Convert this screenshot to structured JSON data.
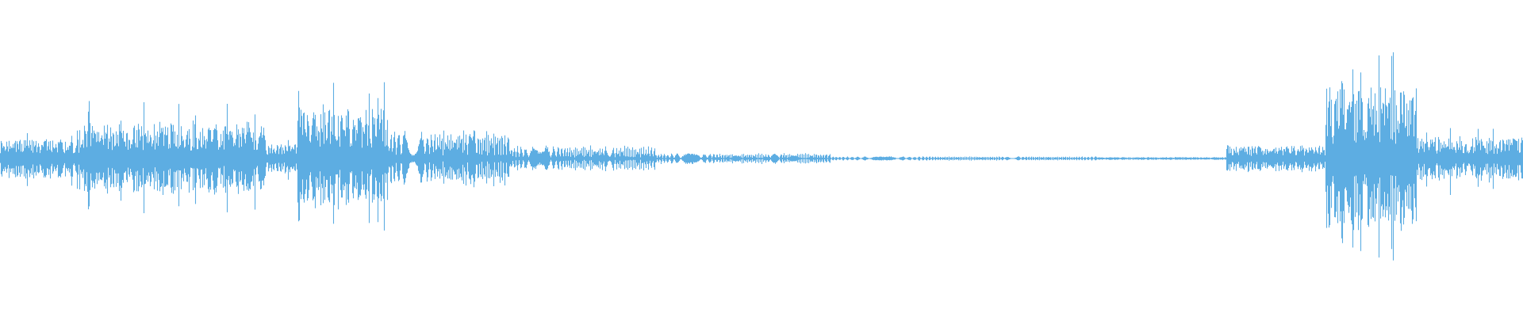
{
  "waveform": {
    "color": "#5dade2",
    "segments": [
      {
        "from": 0.0,
        "to": 0.055,
        "amp": 0.11,
        "character": "dense-noise"
      },
      {
        "from": 0.055,
        "to": 0.175,
        "amp": 0.2,
        "character": "dense-noise"
      },
      {
        "from": 0.175,
        "to": 0.195,
        "amp": 0.08,
        "character": "dense-noise"
      },
      {
        "from": 0.195,
        "to": 0.255,
        "amp": 0.27,
        "character": "dense-noise"
      },
      {
        "from": 0.255,
        "to": 0.335,
        "amp": 0.14,
        "character": "pulses"
      },
      {
        "from": 0.335,
        "to": 0.43,
        "amp": 0.06,
        "character": "pulses"
      },
      {
        "from": 0.43,
        "to": 0.545,
        "amp": 0.025,
        "character": "pulses"
      },
      {
        "from": 0.545,
        "to": 0.72,
        "amp": 0.01,
        "character": "pulses"
      },
      {
        "from": 0.72,
        "to": 0.805,
        "amp": 0.006,
        "character": "flat"
      },
      {
        "from": 0.805,
        "to": 0.87,
        "amp": 0.07,
        "character": "dense-noise"
      },
      {
        "from": 0.87,
        "to": 0.93,
        "amp": 0.4,
        "character": "dense-noise"
      },
      {
        "from": 0.93,
        "to": 1.0,
        "amp": 0.12,
        "character": "dense-noise"
      }
    ],
    "peaks": [
      {
        "at": 0.058,
        "amp": 0.35
      },
      {
        "at": 0.196,
        "amp": 0.46
      },
      {
        "at": 0.24,
        "amp": 0.3
      },
      {
        "at": 0.881,
        "amp": 0.6
      },
      {
        "at": 0.888,
        "amp": 0.57
      },
      {
        "at": 0.912,
        "amp": 0.33
      },
      {
        "at": 0.929,
        "amp": 0.34
      }
    ]
  }
}
